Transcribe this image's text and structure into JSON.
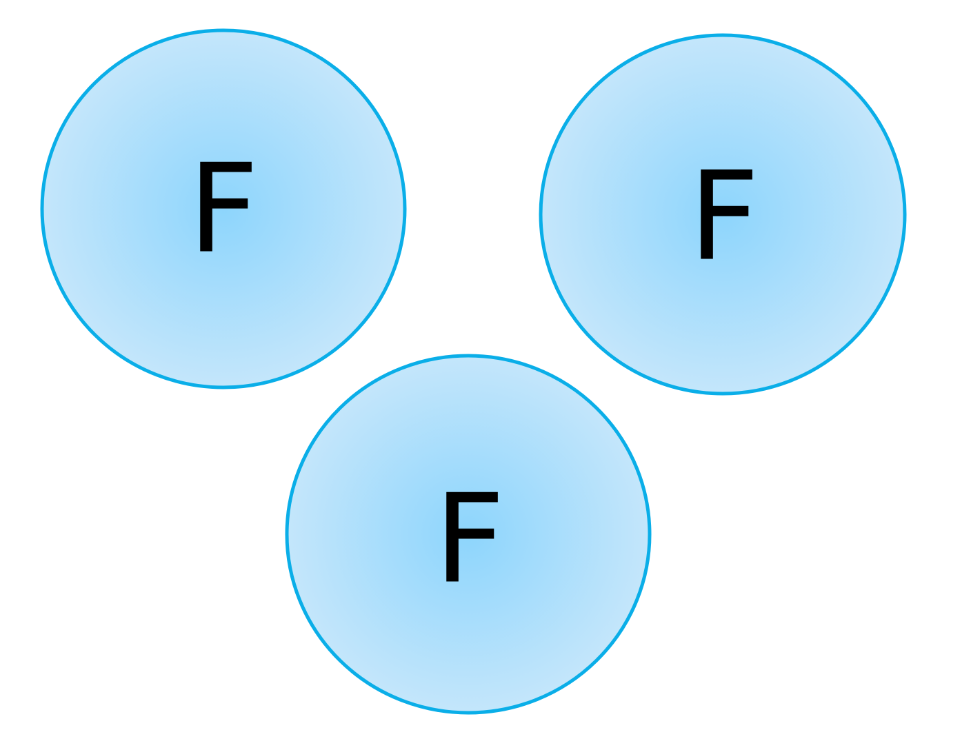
{
  "atoms": [
    {
      "id": "top-left",
      "symbol": "F"
    },
    {
      "id": "top-right",
      "symbol": "F"
    },
    {
      "id": "bottom",
      "symbol": "F"
    }
  ],
  "colors": {
    "outline": "#0aaee8",
    "fill_center": "#8dd5fc",
    "fill_edge": "#c4e6fb",
    "label": "#000000",
    "background": "#ffffff"
  }
}
